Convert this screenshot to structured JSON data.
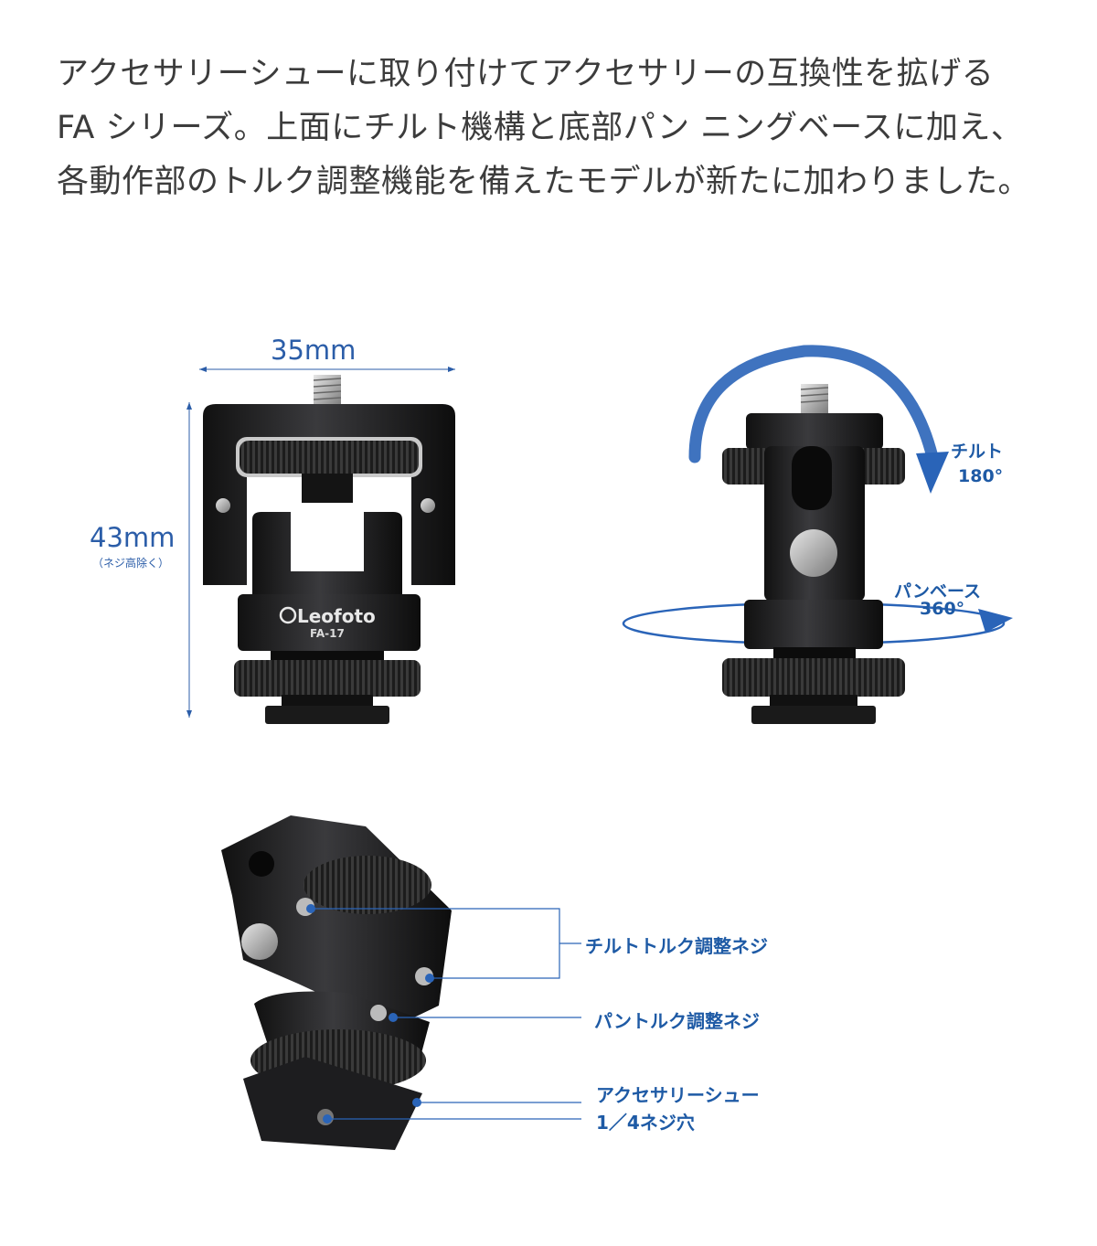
{
  "intro": {
    "lines": [
      "アクセサリーシューに取り付けてアクセサリーの互換性を拡げる",
      "FA シリーズ。上面にチルト機構と底部パン ニングベースに加え、",
      "各動作部のトルク調整機能を備えたモデルが新たに加わりました。"
    ]
  },
  "dimensions": {
    "width": "35mm",
    "height": "43mm",
    "height_note": "（ネジ高除く）"
  },
  "product": {
    "brand": "Leofoto",
    "model": "FA-17"
  },
  "motion": {
    "tilt_label": "チルト",
    "tilt_degrees": "180°",
    "pan_label": "パンベース",
    "pan_degrees": "360°"
  },
  "callouts": {
    "tilt_torque": "チルトトルク調整ネジ",
    "pan_torque": "パントルク調整ネジ",
    "shoe_line1": "アクセサリーシュー",
    "shoe_line2": "1／4ネジ穴"
  },
  "colors": {
    "accent_blue": "#1e5aa5",
    "dimension_blue": "#2b5da8",
    "body_black": "#1b1b1d",
    "text_gray": "#3c3c3c"
  }
}
